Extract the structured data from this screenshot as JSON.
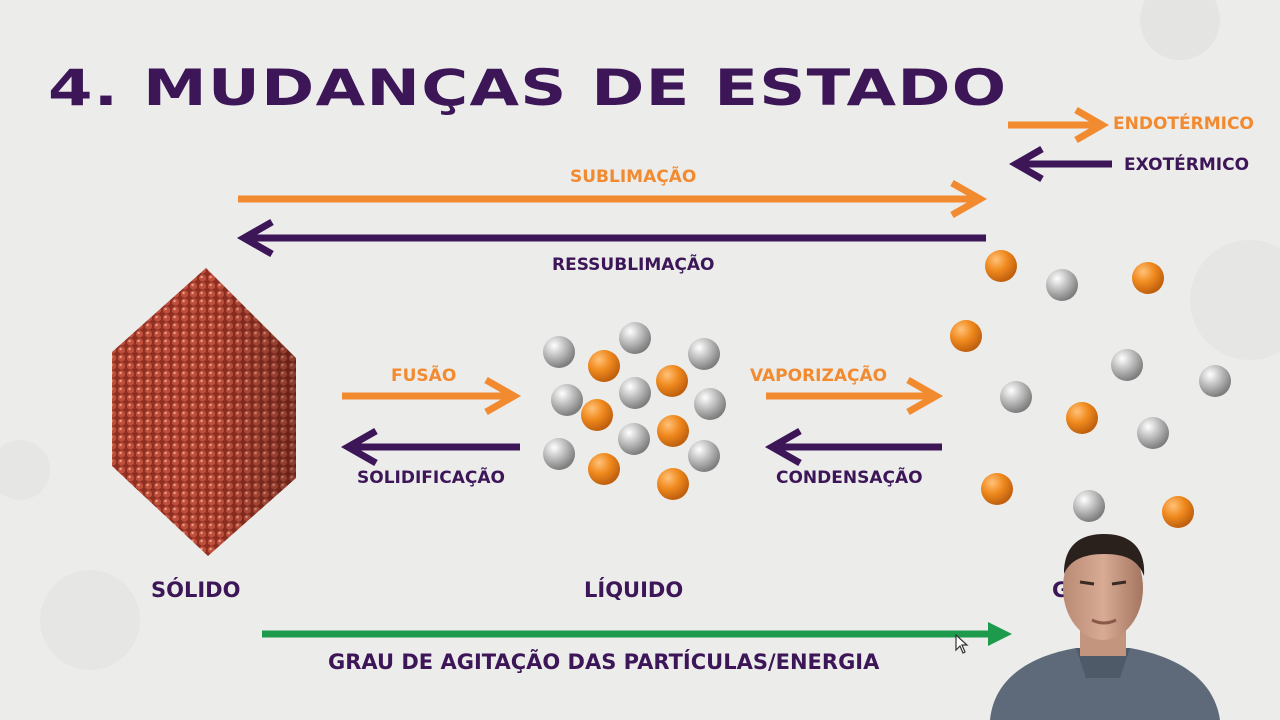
{
  "title": "4. MUDANÇAS DE ESTADO",
  "legend": {
    "endo": "ENDOTÉRMICO",
    "exo": "EXOTÉRMICO"
  },
  "transitions": {
    "sublimacao": "SUBLIMAÇÃO",
    "ressublimacao": "RESSUBLIMAÇÃO",
    "fusao": "FUSÃO",
    "solidificacao": "SOLIDIFICAÇÃO",
    "vaporizacao": "VAPORIZAÇÃO",
    "condensacao": "CONDENSAÇÃO"
  },
  "states": {
    "solid": "SÓLIDO",
    "liquid": "LÍQUIDO",
    "gas_partial": "G"
  },
  "energy_axis": "GRAU DE AGITAÇÃO DAS PARTÍCULAS/ENERGIA",
  "colors": {
    "endo": "#f28a30",
    "exo": "#3d1658",
    "energy": "#1e9a4c",
    "particle_orange": "#f08a1e",
    "particle_gray": "#b9b9b9"
  }
}
